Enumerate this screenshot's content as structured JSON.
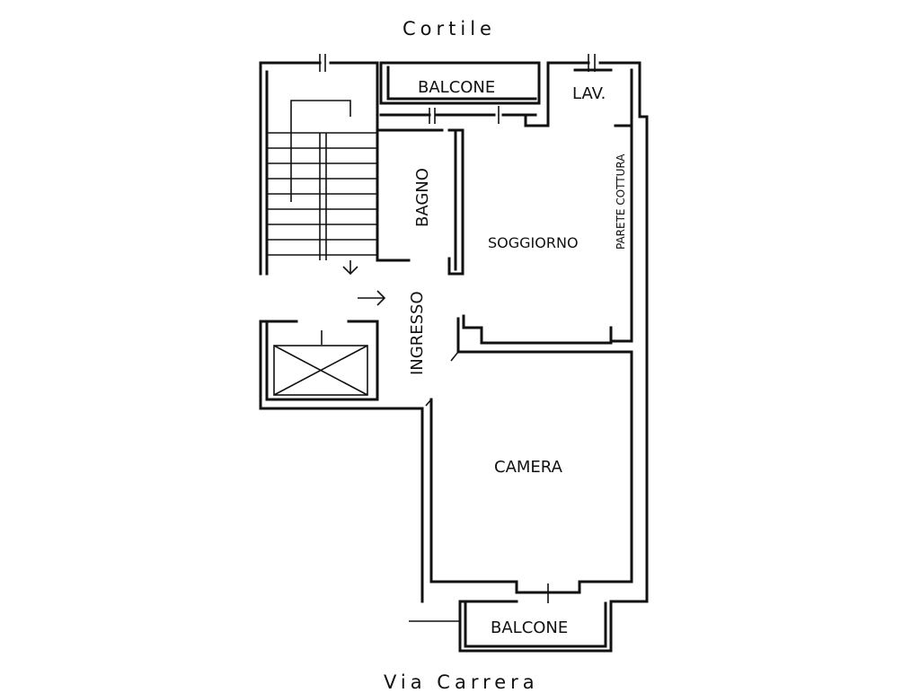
{
  "labels": {
    "top_street": "Cortile",
    "bottom_street": "Via Carrera",
    "balcone_top": "BALCONE",
    "lav": "LAV.",
    "bagno": "BAGNO",
    "soggiorno": "SOGGIORNO",
    "parete_cottura": "PARETE COTTURA",
    "ingresso": "INGRESSO",
    "camera": "CAMERA",
    "balcone_bottom": "BALCONE"
  }
}
